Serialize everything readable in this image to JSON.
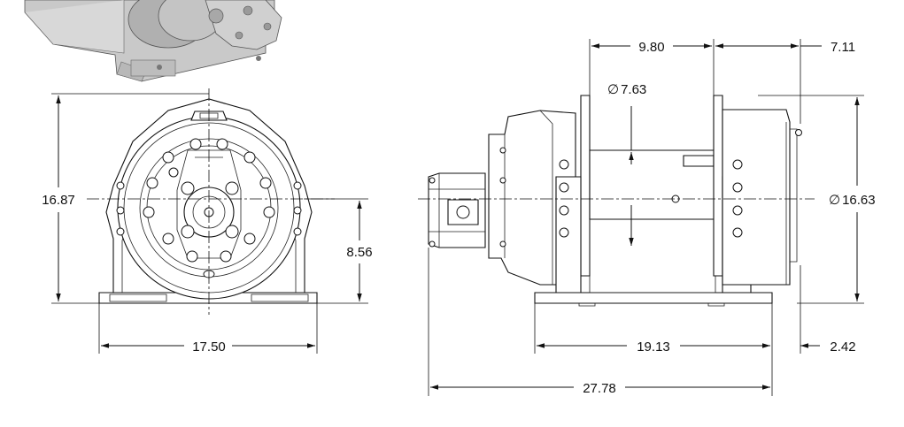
{
  "dimensions": {
    "front_height": "16.87",
    "front_width": "17.50",
    "front_center_height": "8.56",
    "drum_length": "9.80",
    "flange_offset": "7.11",
    "drum_diameter": "7.63",
    "flange_diameter": "16.63",
    "base_length": "19.13",
    "rear_offset": "2.42",
    "overall_length": "27.78"
  },
  "symbols": {
    "diameter": "∅"
  }
}
